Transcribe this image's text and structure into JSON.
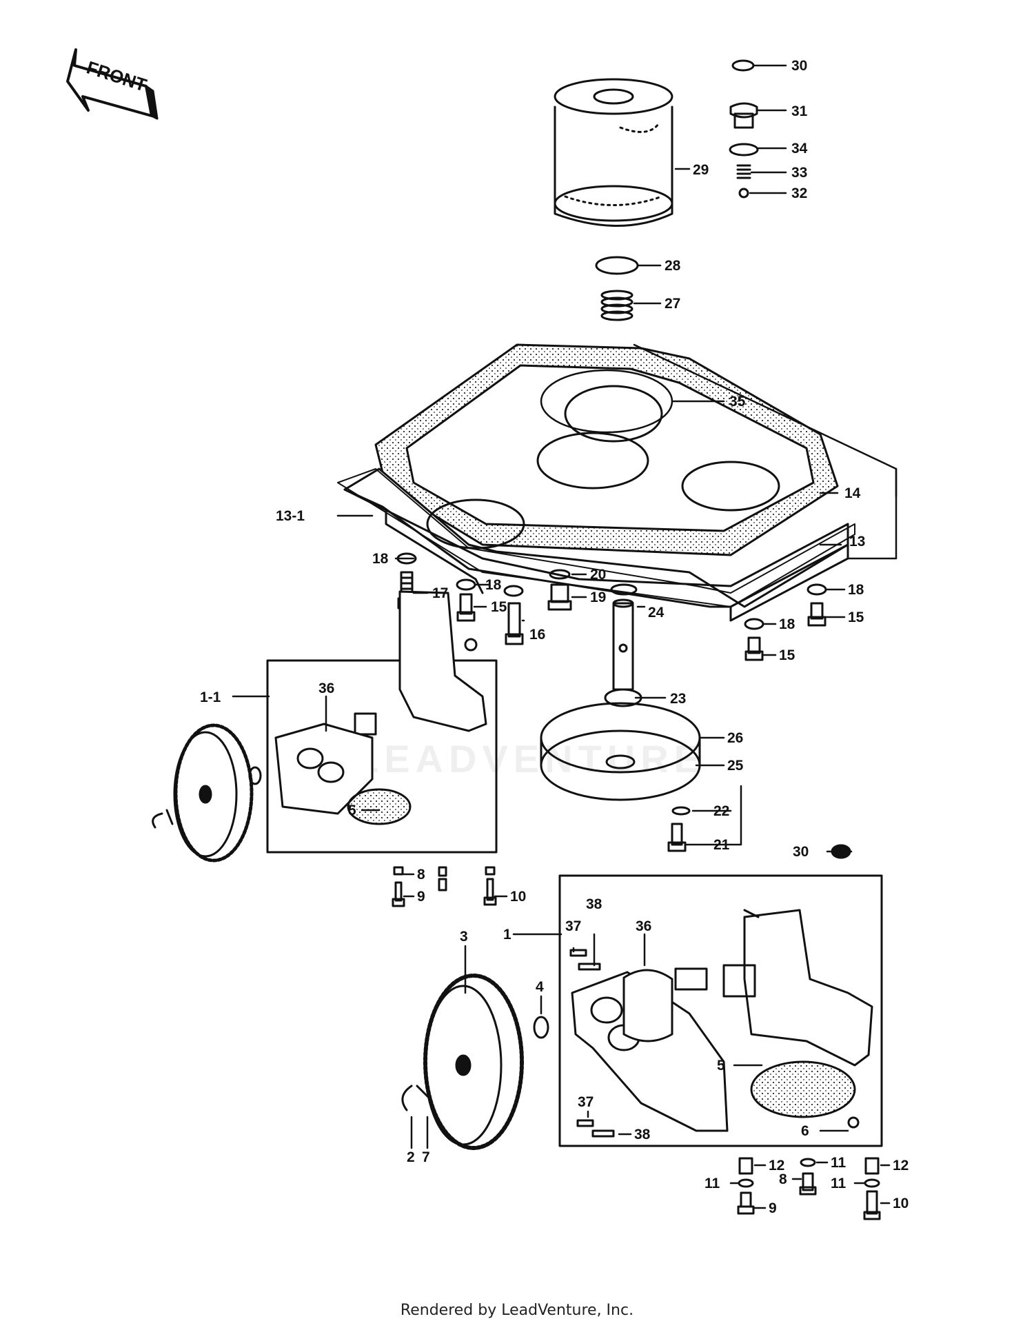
{
  "front_label": "FRONT",
  "watermark": "LEADVENTURE",
  "footer": "Rendered by LeadVenture, Inc.",
  "callouts": {
    "c30a": "30",
    "c31": "31",
    "c34": "34",
    "c33": "33",
    "c32": "32",
    "c29": "29",
    "c28": "28",
    "c27": "27",
    "c35": "35",
    "c14": "14",
    "c13": "13",
    "c13_1": "13-1",
    "c18a": "18",
    "c17": "17",
    "c18b": "18",
    "c20": "20",
    "c15a": "15",
    "c19": "19",
    "c16": "16",
    "c24": "24",
    "c18c": "18",
    "c15b": "15",
    "c18d": "18",
    "c15c": "15",
    "c23": "23",
    "c1_1": "1-1",
    "c36a": "36",
    "c5a": "5",
    "c26": "26",
    "c25": "25",
    "c22": "22",
    "c21": "21",
    "c30b": "30",
    "c8a": "8",
    "c9a": "9",
    "c10a": "10",
    "c38a": "38",
    "c37a": "37",
    "c36b": "36",
    "c1": "1",
    "c3": "3",
    "c4": "4",
    "c5b": "5",
    "c37b": "37",
    "c38b": "38",
    "c6": "6",
    "c2": "2",
    "c7": "7",
    "c12a": "12",
    "c11a": "11",
    "c9b": "9",
    "c11b": "11",
    "c8b": "8",
    "c12b": "12",
    "c11c": "11",
    "c10b": "10"
  }
}
